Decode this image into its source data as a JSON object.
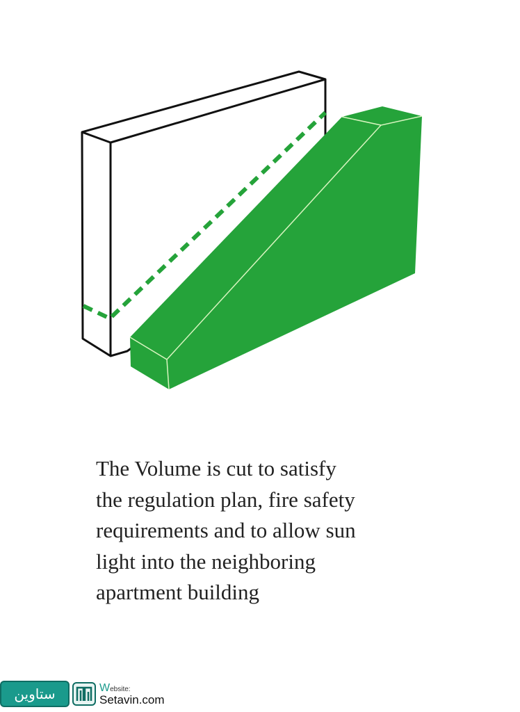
{
  "diagram": {
    "colors": {
      "green": "#25a33a",
      "outline": "#111111",
      "edge": "#d9f5c0"
    }
  },
  "caption": {
    "lines": [
      "The Volume is cut to satisfy",
      "the regulation plan, fire safety",
      "requirements and to allow sun",
      "light into the neighboring",
      "apartment building"
    ]
  },
  "watermark": {
    "arabic_name": "ستاوین",
    "website_label_initial": "W",
    "website_label_rest": "ebsite:",
    "domain": "Setavin.com"
  }
}
